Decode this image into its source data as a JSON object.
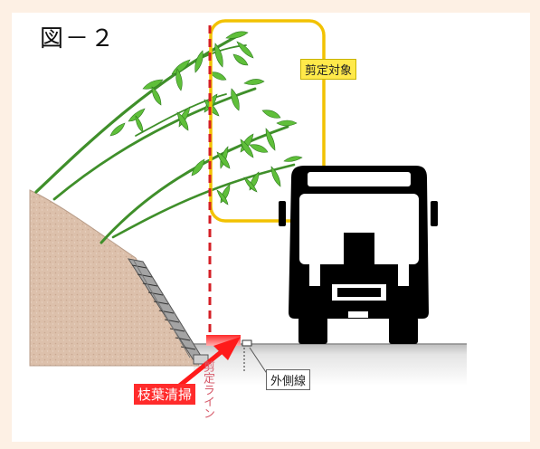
{
  "figure": {
    "title": "図－２"
  },
  "labels": {
    "pruning_target": "剪定対象",
    "branch_leaf_cleaning": "枝葉清掃",
    "outer_line": "外側線",
    "pruning_line": "剪定ライン"
  },
  "colors": {
    "background": "#fdf0e4",
    "slope": "#d8b9a3",
    "retaining_wall": "#9a9a9a",
    "road": "#d9d9d9",
    "bamboo_stem": "#3f8f2a",
    "bamboo_leaf": "#5fbf3a",
    "pruning_line": "#d41f26",
    "target_frame": "#f2c200",
    "bus": "#000000",
    "cleaning_area": "#ff3b3b"
  },
  "icons": {
    "vehicle": "bus-silhouette-icon",
    "arrow": "red-arrow-icon"
  }
}
